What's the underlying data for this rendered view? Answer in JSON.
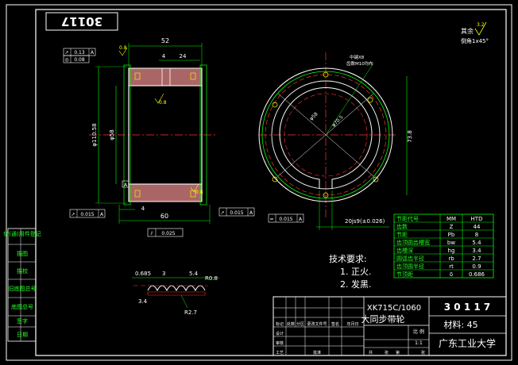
{
  "stamp": "30117",
  "surface_finish": {
    "label": "其余",
    "value": "3.2",
    "note": "倒角1x45°"
  },
  "side_view": {
    "dim_top": "52",
    "dim_4": "4",
    "dim_24": "24",
    "dim_bottom": "60",
    "dim_4b": "4",
    "dia_outer": "φ110.58",
    "dia_bore": "φ58",
    "rough_a": "0.8",
    "rough_b": "0.8",
    "rough_c": "0.8",
    "tol_top_1": "0.13",
    "tol_top_1_ref": "A",
    "tol_top_2": "0.08",
    "tol_left": "0.015",
    "tol_left_ref": "A",
    "tol_right": "0.015",
    "tol_right_ref": "A",
    "tol_bottom": "0.025",
    "datum": "A"
  },
  "front_view": {
    "note_top": "中键X8",
    "note_top2": "齿数M10均布",
    "dia_center": "φ70.5",
    "dia_inner": "φ58",
    "dim_right": "73.8",
    "dim_keyway": "20js9(±0.026)",
    "tol_bottom": "0.015",
    "tol_bottom_ref": "A"
  },
  "gear_table": {
    "rows": [
      {
        "name": "节距代号",
        "sym": "MM",
        "val": "HTD"
      },
      {
        "name": "齿数",
        "sym": "Z",
        "val": "44"
      },
      {
        "name": "节距",
        "sym": "Pb",
        "val": "8"
      },
      {
        "name": "齿顶圆齿槽宽",
        "sym": "bw",
        "val": "5.4"
      },
      {
        "name": "齿槽深",
        "sym": "hg",
        "val": "3.4"
      },
      {
        "name": "圆弧齿半径",
        "sym": "rb",
        "val": "2.7"
      },
      {
        "name": "齿顶圆半径",
        "sym": "rt",
        "val": "0.9"
      },
      {
        "name": "节顶距",
        "sym": "δ",
        "val": "0.686"
      }
    ]
  },
  "tooth_detail": {
    "d1": "0.685",
    "d2": "3",
    "d3": "5.4",
    "d4": "R0.8",
    "d5": "3.4",
    "d6": "R2.7"
  },
  "tech_req": {
    "title": "技术要求:",
    "items": [
      "1. 正火.",
      "2. 发黑."
    ]
  },
  "title_block": {
    "model": "XK715C/1060",
    "part_name": "大同步带轮",
    "drawing_no": "3 0 1 1 7",
    "material": "材料: 45",
    "school": "广东工业大学",
    "scale_label": "比 例",
    "scale": "1:1",
    "small_labels": [
      "标记",
      "处数",
      "分区",
      "更改文件号",
      "签名",
      "年月日"
    ],
    "role_labels": [
      "设计",
      "审核",
      "工艺",
      "批准"
    ],
    "footer": [
      "共",
      "张",
      "第",
      "张"
    ]
  },
  "left_strip": [
    "借(通)用件登记",
    "描图",
    "描校",
    "旧底图总号",
    "底图总号",
    "签字",
    "日期"
  ]
}
